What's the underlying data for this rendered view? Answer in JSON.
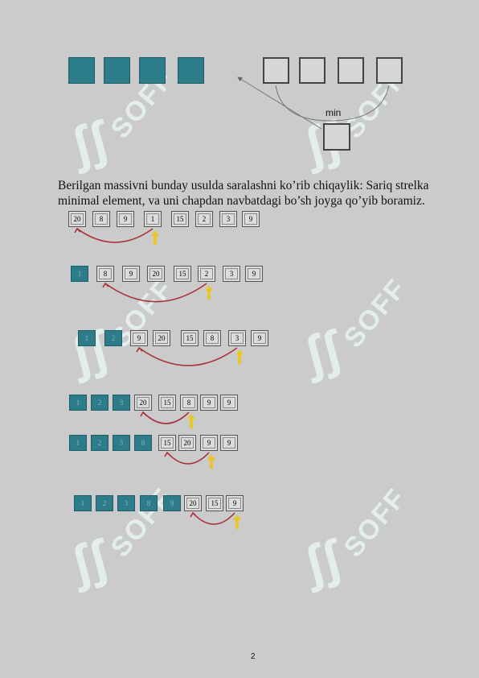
{
  "top_diagram": {
    "min_label": "min"
  },
  "paragraph": "Berilgan massivni bunday usulda saralashni ko’rib chiqaylik: Sariq strelka minimal element, va uni chapdan navbatdagi bo’sh joyga qo’yib boramiz.",
  "watermark": {
    "text": "SOFF"
  },
  "steps": [
    {
      "cells": [
        "20",
        "8",
        "9",
        "1",
        "15",
        "2",
        "3",
        "9"
      ],
      "sorted_count": 0
    },
    {
      "cells": [
        "1",
        "8",
        "9",
        "20",
        "15",
        "2",
        "3",
        "9"
      ],
      "sorted_count": 1
    },
    {
      "cells": [
        "1",
        "2",
        "9",
        "20",
        "15",
        "8",
        "3",
        "9"
      ],
      "sorted_count": 2
    },
    {
      "cells": [
        "1",
        "2",
        "3",
        "20",
        "15",
        "8",
        "9",
        "9"
      ],
      "sorted_count": 3
    },
    {
      "cells": [
        "1",
        "2",
        "3",
        "8",
        "15",
        "20",
        "9",
        "9"
      ],
      "sorted_count": 4
    },
    {
      "cells": [
        "1",
        "2",
        "3",
        "8",
        "9",
        "20",
        "15",
        "9"
      ],
      "sorted_count": 5
    }
  ],
  "page_number": "2",
  "colors": {
    "sorted": "#2d7c8a",
    "arrow": "#a8323a",
    "pointer": "#e8c62a",
    "watermark": "#e8f5ee"
  }
}
